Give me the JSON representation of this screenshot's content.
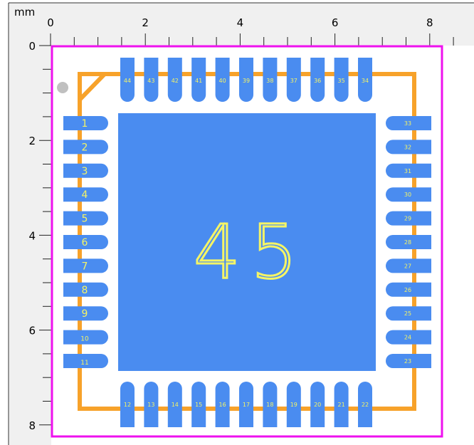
{
  "ruler": {
    "unit": "mm",
    "x_labels": [
      "0",
      "2",
      "4",
      "6",
      "8"
    ],
    "y_labels": [
      "0",
      "2",
      "4",
      "6",
      "8"
    ]
  },
  "footprint": {
    "center_pad_label": "45",
    "left_pads": [
      "1",
      "2",
      "3",
      "4",
      "5",
      "6",
      "7",
      "8",
      "9",
      "10",
      "11"
    ],
    "bottom_pads": [
      "12",
      "13",
      "14",
      "15",
      "16",
      "17",
      "18",
      "19",
      "20",
      "21",
      "22"
    ],
    "right_pads": [
      "23",
      "24",
      "25",
      "26",
      "27",
      "28",
      "29",
      "30",
      "31",
      "32",
      "33"
    ],
    "top_pads": [
      "34",
      "35",
      "36",
      "37",
      "38",
      "39",
      "40",
      "41",
      "42",
      "43",
      "44"
    ]
  },
  "colors": {
    "pad": "#4a8cf0",
    "silkscreen": "#f7a22a",
    "courtyard": "#ee11ee",
    "label": "#f4f466",
    "pin1_marker": "#c0c0c0",
    "ruler_bg": "#f0f0f0"
  }
}
